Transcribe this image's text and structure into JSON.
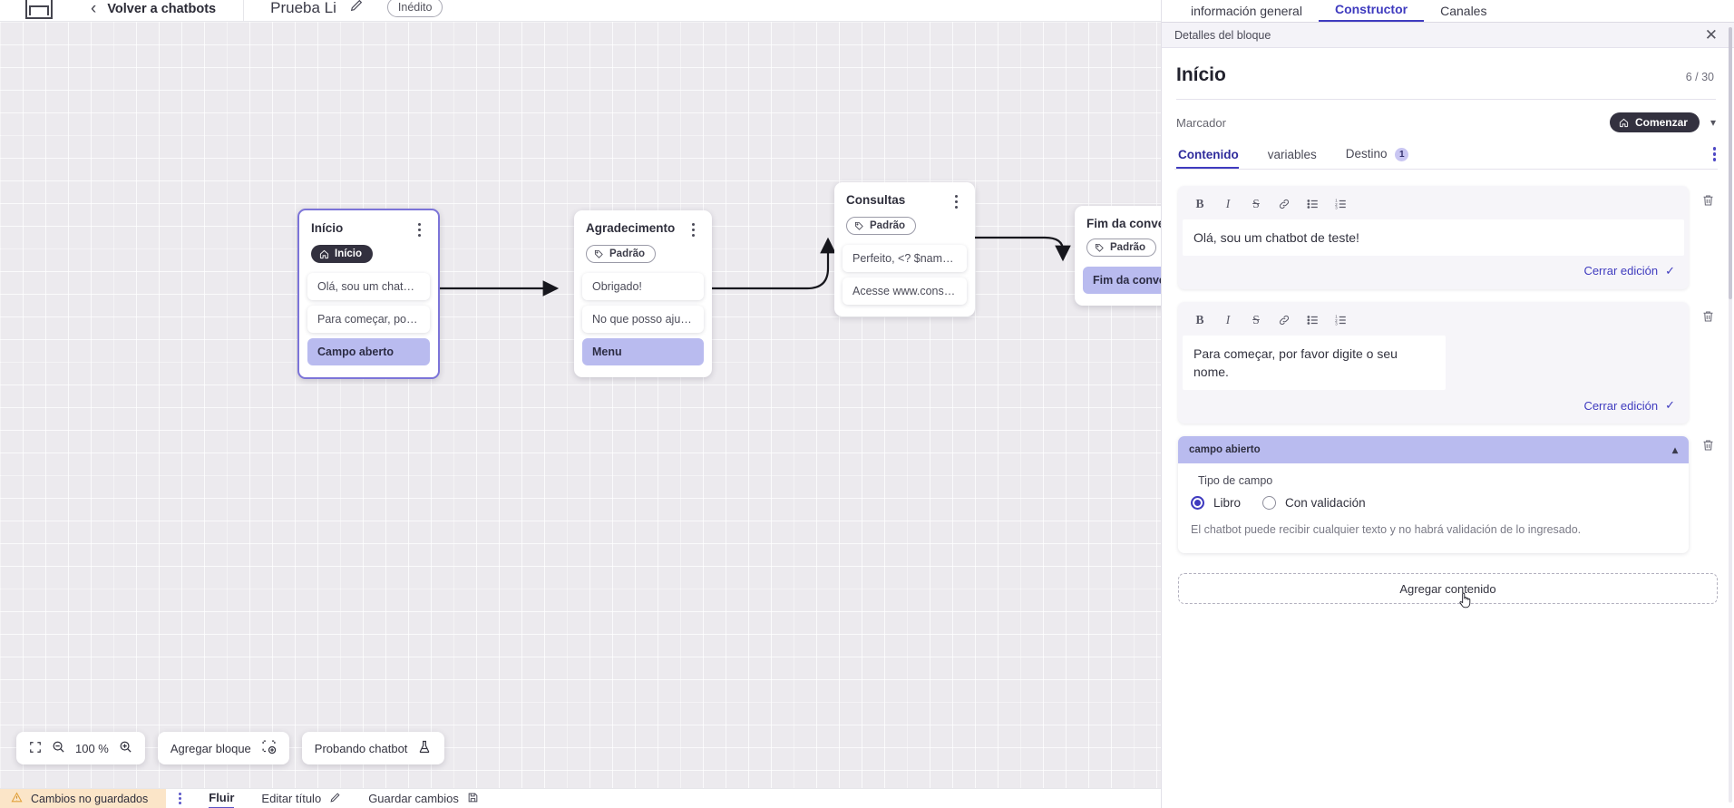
{
  "topbar": {
    "logo_icon": "app-logo-icon",
    "back_icon": "chevron-left-icon",
    "back_label": "Volver a chatbots",
    "bot_title": "Prueba Li",
    "edit_icon": "pencil-icon",
    "status_badge": "Inédito"
  },
  "canvas": {
    "nodes": [
      {
        "title": "Início",
        "badge": "Início",
        "badge_type": "dark",
        "badge_icon": "home-icon",
        "selected": true,
        "chips": [
          {
            "text": "Olá, sou um chatbot de teste!",
            "accent": false
          },
          {
            "text": "Para começar, por favor digite o ...",
            "accent": false
          },
          {
            "text": "Campo aberto",
            "accent": true
          }
        ]
      },
      {
        "title": "Agradecimento",
        "badge": "Padrão",
        "badge_type": "outline",
        "badge_icon": "tag-icon",
        "selected": false,
        "chips": [
          {
            "text": "Obrigado!",
            "accent": false
          },
          {
            "text": "No que posso ajudar, <? $name ...",
            "accent": false
          },
          {
            "text": "Menu",
            "accent": true
          }
        ]
      },
      {
        "title": "Consultas",
        "badge": "Padrão",
        "badge_type": "outline",
        "badge_icon": "tag-icon",
        "selected": false,
        "chips": [
          {
            "text": "Perfeito, <? $name ?>!",
            "accent": false
          },
          {
            "text": "Acesse www.consultas.com par...",
            "accent": false
          }
        ]
      },
      {
        "title": "Fim da conversa",
        "badge": "Padrão",
        "badge_type": "outline",
        "badge_icon": "tag-icon",
        "selected": false,
        "chips": [
          {
            "text": "Fim da conversa",
            "accent": true
          }
        ]
      }
    ],
    "controls": {
      "fit_icon": "fit-screen-icon",
      "zoom_out_icon": "zoom-out-icon",
      "zoom_level": "100 %",
      "zoom_in_icon": "zoom-in-icon",
      "add_block_label": "Agregar bloque",
      "add_block_icon": "add-block-icon",
      "test_label": "Probando chatbot",
      "test_icon": "flask-icon"
    }
  },
  "statusbar": {
    "warning_icon": "warning-triangle-icon",
    "unsaved_label": "Cambios no guardados",
    "kebab_icon": "kebab-menu-icon",
    "flow_label": "Fluir",
    "edit_title_label": "Editar título",
    "edit_title_icon": "pencil-icon",
    "save_label": "Guardar cambios",
    "save_icon": "save-disk-icon"
  },
  "right_panel": {
    "tabs": [
      {
        "label": "información general",
        "active": false
      },
      {
        "label": "Constructor",
        "active": true
      },
      {
        "label": "Canales",
        "active": false
      }
    ],
    "header": {
      "title": "Detalles del bloque",
      "close_icon": "close-icon"
    },
    "block": {
      "name": "Início",
      "char_count": "6 / 30",
      "marcador_label": "Marcador",
      "marcador_badge": "Comenzar",
      "marcador_badge_icon": "home-icon",
      "marcador_caret_icon": "chevron-down-icon"
    },
    "content_tabs": [
      {
        "label": "Contenido",
        "active": true,
        "badge": ""
      },
      {
        "label": "variables",
        "active": false,
        "badge": ""
      },
      {
        "label": "Destino",
        "active": false,
        "badge": "1"
      }
    ],
    "tabs_kebab_icon": "kebab-menu-icon",
    "editor_toolbar": [
      {
        "icon": "bold-icon",
        "glyph": "B"
      },
      {
        "icon": "italic-icon",
        "glyph": "I"
      },
      {
        "icon": "strikethrough-icon",
        "glyph": "S"
      },
      {
        "icon": "link-icon",
        "glyph": "⊘"
      },
      {
        "icon": "bullet-list-icon",
        "glyph": "≡"
      },
      {
        "icon": "numbered-list-icon",
        "glyph": "≡"
      }
    ],
    "editors": [
      {
        "text": "Olá, sou um chatbot de teste!",
        "close_edit_label": "Cerrar edición",
        "check_icon": "check-icon",
        "delete_icon": "trash-icon"
      },
      {
        "text": "Para começar, por favor digite o seu nome.",
        "close_edit_label": "Cerrar edición",
        "check_icon": "check-icon",
        "delete_icon": "trash-icon"
      }
    ],
    "open_field": {
      "header_label": "campo abierto",
      "collapse_icon": "chevron-up-icon",
      "delete_icon": "trash-icon",
      "field_type_label": "Tipo de campo",
      "options": [
        {
          "label": "Libro",
          "selected": true
        },
        {
          "label": "Con validación",
          "selected": false
        }
      ],
      "note": "El chatbot puede recibir cualquier texto y no habrá validación de lo ingresado."
    },
    "add_content_label": "Agregar contenido",
    "cursor_icon": "pointer-cursor-icon"
  },
  "colors": {
    "accent": "#3f3bbf",
    "chip_accent": "#b9bbef",
    "badge_dark": "#33313f",
    "warning_bg": "#fbe5c8",
    "canvas_bg": "#eceaee"
  }
}
